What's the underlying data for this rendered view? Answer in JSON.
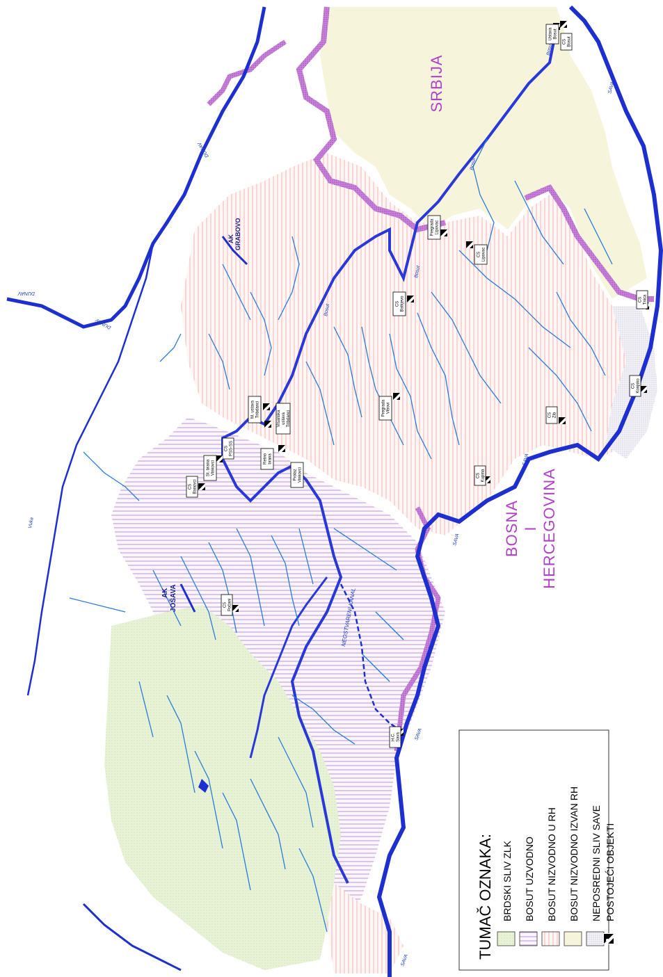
{
  "countries": {
    "srbija": "SRBIJA",
    "bosna": "BOSNA",
    "i": "I",
    "hercegovina": "HERCEGOVINA"
  },
  "rivers": {
    "dunav_1": "DUNAV",
    "dunav_2": "DUNAV",
    "sava_1": "SAVA",
    "sava_2": "SAVA",
    "sava_3": "SAVA",
    "sava_4": "SAVA",
    "sava_5": "SAVA",
    "bosut": "Bosut",
    "vuka": "Vuka",
    "kanal": "NEOSTVARENI KANAL"
  },
  "accumulations": {
    "jozava": [
      "AK",
      "JOŠAVA"
    ],
    "grabovo": [
      "AK",
      "GRABOVO"
    ]
  },
  "objects": [
    {
      "id": "ustava-bosut",
      "lines": [
        "Ustava",
        "Bosut"
      ]
    },
    {
      "id": "cs-bosut",
      "lines": [
        "CS",
        "Bosut"
      ]
    },
    {
      "id": "pregrada-lipovac",
      "lines": [
        "Pregrada",
        "Lipovac"
      ]
    },
    {
      "id": "cs-lipovac",
      "lines": [
        "CS",
        "Lipovac"
      ]
    },
    {
      "id": "cs-batkjevo",
      "lines": [
        "CS",
        "Batkjevo"
      ]
    },
    {
      "id": "cs-tnica",
      "lines": [
        "CS",
        "Tnica"
      ]
    },
    {
      "id": "cs-konjsko",
      "lines": [
        "CS",
        "Konjsko"
      ]
    },
    {
      "id": "cs-zib",
      "lines": [
        "CS",
        "Zib"
      ]
    },
    {
      "id": "pregrada-vitrovi",
      "lines": [
        "Pregrada",
        "Vitrovi"
      ]
    },
    {
      "id": "cs-kupina",
      "lines": [
        "CS",
        "Kupina"
      ]
    },
    {
      "id": "m-ustava-tribdanci",
      "lines": [
        "M. ustava",
        "Tribdanci"
      ]
    },
    {
      "id": "vrsanska-tribdanci",
      "lines": [
        "Vrsanska",
        "ustava",
        "Tribdanci"
      ]
    },
    {
      "id": "retno-brana",
      "lines": [
        "Retno",
        "brana"
      ]
    },
    {
      "id": "cs-pss-ss",
      "lines": [
        "CS",
        "PSS-SS"
      ]
    },
    {
      "id": "st-brana-vinkovci",
      "lines": [
        "St. brana",
        "Vinkovci"
      ]
    },
    {
      "id": "cs-banovci",
      "lines": [
        "CS",
        "Banovci"
      ]
    },
    {
      "id": "prolaz-vinkovci",
      "lines": [
        "Prolaz",
        "Vinkovci"
      ]
    },
    {
      "id": "cs-pocani",
      "lines": [
        "CS",
        "Počani"
      ]
    },
    {
      "id": "hc-sava",
      "lines": [
        "H.C.",
        "Sava"
      ]
    }
  ],
  "legend": {
    "title": "TUMAČ OZNAKA:",
    "items": [
      {
        "label": "BRDSKI SLIV ZLK",
        "pattern": "pat-green"
      },
      {
        "label": "BOSUT UZVODNO",
        "pattern": "pat-purple"
      },
      {
        "label": "BOSUT NIZVODNO U RH",
        "pattern": "pat-pink"
      },
      {
        "label": "BOSUT NIZVODNO IZVAN RH",
        "pattern": "pat-yellow"
      },
      {
        "label": "NEPOSREDNI SLIV SAVE",
        "pattern": "pat-dots"
      },
      {
        "label": "POSTOJEĆI OBJEKTI",
        "pattern": "symbol"
      }
    ]
  },
  "colors": {
    "main_river": "#1e2fd0",
    "stream": "#2a7ad8",
    "border": "#b040c8",
    "green_zone": "#e8f2d8",
    "yellow_zone": "#f6f3dc",
    "purple_hatch": "#b07ac8",
    "pink_hatch": "#f0a0a0"
  }
}
